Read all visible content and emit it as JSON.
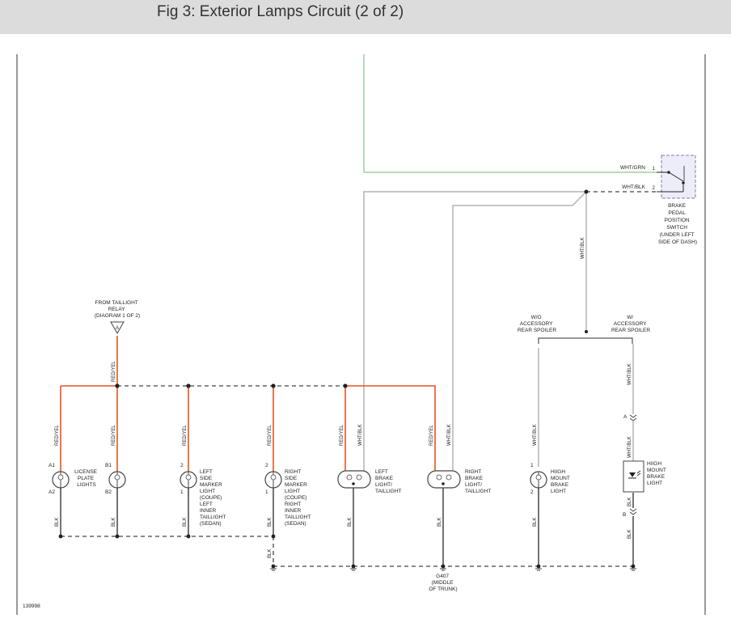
{
  "header": {
    "title": "Fig 3: Exterior Lamps Circuit (2 of 2)"
  },
  "figure_id": "139998",
  "colors": {
    "red_yel": "#e8531f",
    "wht_grn": "#9bd29a",
    "wht_blk": "#b4b4b4",
    "blk": "#444444",
    "switch_fill": "#ecedf8",
    "switch_border": "#7b7fb0"
  },
  "switch": {
    "pin1": "1",
    "pin2": "2",
    "wire1": "WHT/GRN",
    "wire2": "WHT/BLK",
    "label": [
      "BRAKE",
      "PEDAL",
      "POSITION",
      "SWITCH",
      "(UNDER LEFT",
      "SIDE OF DASH)"
    ]
  },
  "relay": {
    "label": [
      "FROM TAILLIGHT",
      "RELAY",
      "(DIAGRAM 1 OF 2)"
    ],
    "connector": "A"
  },
  "options": {
    "without": [
      "W/O",
      "ACCESSORY",
      "REAR SPOILER"
    ],
    "with": [
      "W/",
      "ACCESSORY",
      "REAR SPOILER"
    ]
  },
  "wires": {
    "red_yel": "RED/YEL",
    "wht_blk": "WHT/BLK",
    "blk": "BLK"
  },
  "lamps": {
    "license": {
      "pin_top": "A1",
      "pin_bottom": "A2",
      "label": [
        "LICENSE",
        "PLATE",
        "LIGHTS"
      ]
    },
    "license_b": {
      "pin_top": "B1",
      "pin_bottom": "B2"
    },
    "left_side_marker": {
      "pin_top": "2",
      "pin_bottom": "1",
      "label": [
        "LEFT",
        "SIDE",
        "MARKER",
        "LIGHT",
        "(COUPE)",
        "LEFT",
        "INNER",
        "TAILLIGHT",
        "(SEDAN)"
      ]
    },
    "right_side_marker": {
      "pin_top": "2",
      "pin_bottom": "1",
      "label": [
        "RIGHT",
        "SIDE",
        "MARKER",
        "LIGHT",
        "(COUPE)",
        "RIGHT",
        "INNER",
        "TAILLIGHT",
        "(SEDAN)"
      ]
    },
    "left_brake": {
      "label": [
        "LEFT",
        "BRAKE",
        "LIGHT/",
        "TAILLIGHT"
      ]
    },
    "right_brake": {
      "label": [
        "RIGHT",
        "BRAKE",
        "LIGHT/",
        "TAILLIGHT"
      ]
    },
    "high_mount_wo": {
      "pin_top": "1",
      "pin_bottom": "2",
      "label": [
        "HIIGH",
        "MOUNT",
        "BRAKE",
        "LIGHT"
      ]
    },
    "high_mount_w": {
      "conn_top": "A",
      "conn_bottom": "B",
      "label": [
        "HIIGH",
        "MOUNT",
        "BRAKE",
        "LIGHT"
      ]
    }
  },
  "ground": {
    "label": [
      "G407",
      "(MIDDLE",
      "OF TRUNK)"
    ]
  }
}
